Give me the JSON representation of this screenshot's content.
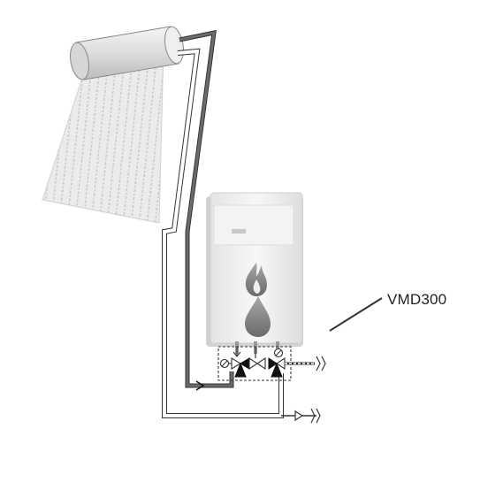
{
  "diagram": {
    "callout_label": "VMD300",
    "components": [
      "solar-collector",
      "storage-tank",
      "boiler",
      "flame-icon",
      "water-drop-icon",
      "valve-module"
    ],
    "colors": {
      "hot_pipe": "#6b6b6b",
      "cold_pipe": "#ffffff",
      "outline": "#333333",
      "panel": "#d9d9d9",
      "boiler_body": "#eeeeee"
    }
  }
}
